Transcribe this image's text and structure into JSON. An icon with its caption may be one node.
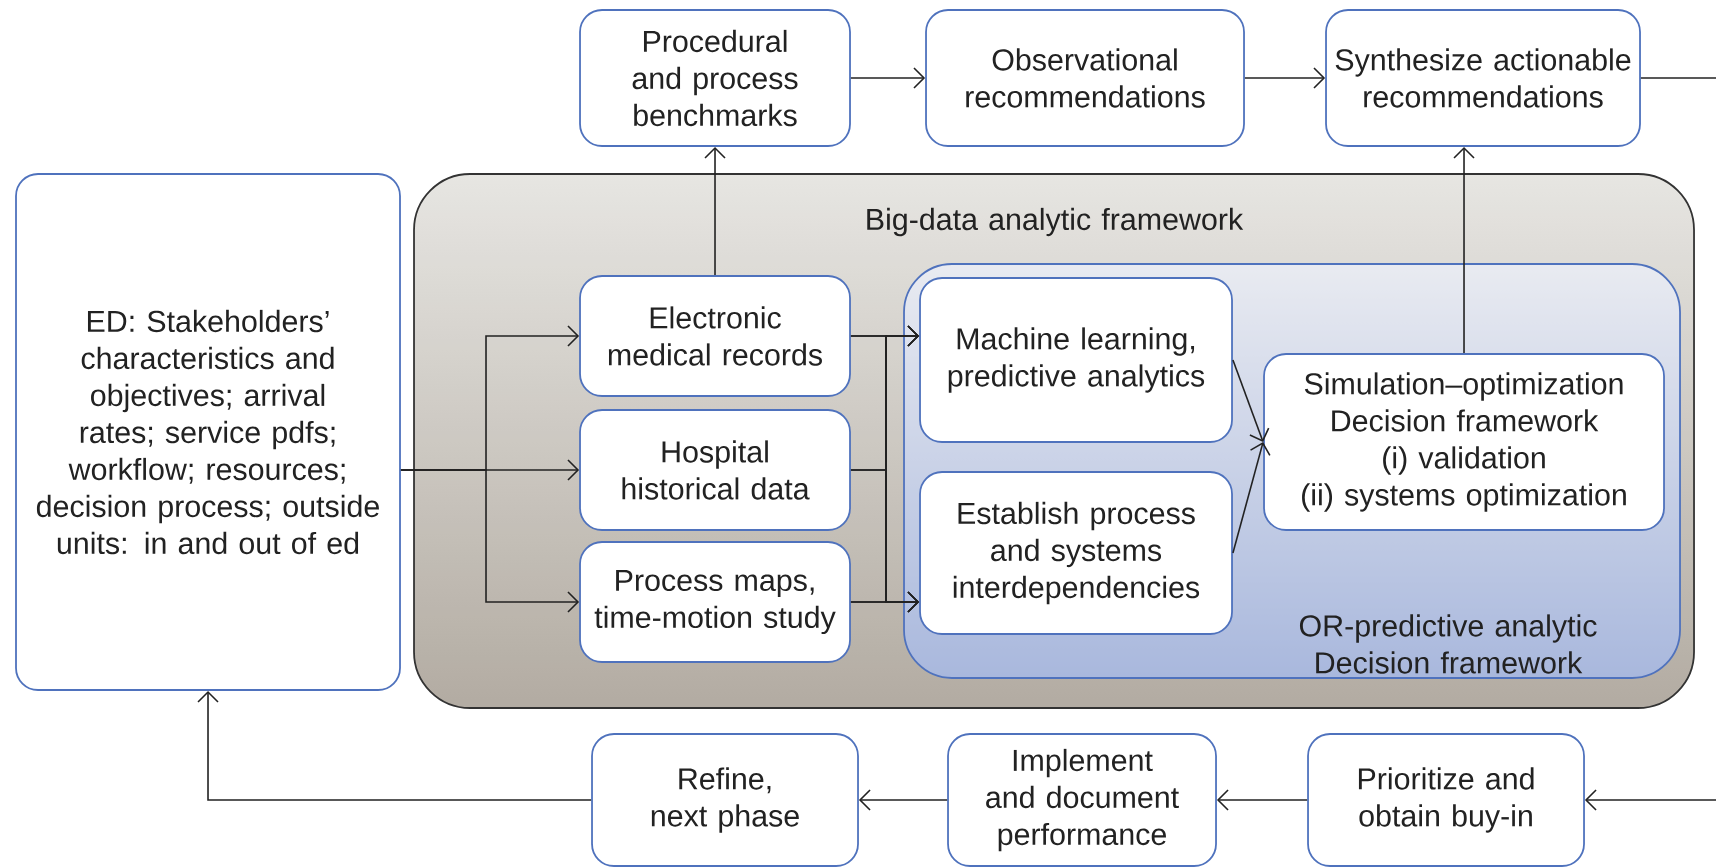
{
  "diagram": {
    "nodes": [
      {
        "text": [
          "ED: Stakeholders’ characteristics and objectives; arrival rates; service pdfs; workflow; resources; decision process; outside units: in and out of ed"
        ]
      },
      {
        "text": [
          "Big-data analytic framework"
        ]
      },
      {
        "text": [
          "Electronic medical records"
        ],
        "in": 1
      },
      {
        "text": [
          "Hospital historical data"
        ],
        "in": 1
      },
      {
        "text": [
          "Process maps, time-motion study"
        ],
        "in": 1
      },
      {
        "text": [
          "OR-predictive analytic Decision framework"
        ],
        "in": 1
      },
      {
        "text": [
          "Machine learning, predictive analytics"
        ],
        "in": 5
      },
      {
        "text": [
          "Establish process and systems interdependencies"
        ],
        "in": 5
      },
      {
        "text": [
          "Simulation–optimization Decision framework",
          "(i) validation",
          "(ii) systems optimization"
        ],
        "in": 5
      },
      {
        "text": [
          "Procedural and process benchmarks"
        ]
      },
      {
        "text": [
          "Observational recommendations"
        ]
      },
      {
        "text": [
          "Synthesize actionable recommendations"
        ]
      },
      {
        "text": [
          "Refine, next phase"
        ]
      },
      {
        "text": [
          "Implement and document performance"
        ]
      },
      {
        "text": [
          "Prioritize and obtain buy-in"
        ]
      }
    ],
    "edges": [
      {
        "from": 0,
        "to": 2,
        "arrow": "to"
      },
      {
        "from": 0,
        "to": 3,
        "arrow": "to"
      },
      {
        "from": 0,
        "to": 4,
        "arrow": "to"
      },
      {
        "from": 2,
        "to": 6,
        "arrow": "to"
      },
      {
        "from": 2,
        "to": 7,
        "arrow": "to"
      },
      {
        "from": 3,
        "to": 6,
        "arrow": "to"
      },
      {
        "from": 3,
        "to": 7,
        "arrow": "to"
      },
      {
        "from": 4,
        "to": 6,
        "arrow": "to"
      },
      {
        "from": 4,
        "to": 7,
        "arrow": "to"
      },
      {
        "from": 6,
        "to": 8,
        "arrow": "to"
      },
      {
        "from": 7,
        "to": 8,
        "arrow": "to"
      },
      {
        "from": 2,
        "to": 9,
        "arrow": "to"
      },
      {
        "from": 9,
        "to": 10,
        "arrow": "to"
      },
      {
        "from": 10,
        "to": 11,
        "arrow": "to"
      },
      {
        "from": 8,
        "to": 11,
        "arrow": "to"
      },
      {
        "from": 11,
        "to": null,
        "arrow": "none"
      },
      {
        "from": null,
        "to": 14,
        "arrow": "to"
      },
      {
        "from": 14,
        "to": 13,
        "arrow": "to"
      },
      {
        "from": 13,
        "to": 12,
        "arrow": "to"
      },
      {
        "from": 12,
        "to": 0,
        "arrow": "to"
      }
    ]
  }
}
